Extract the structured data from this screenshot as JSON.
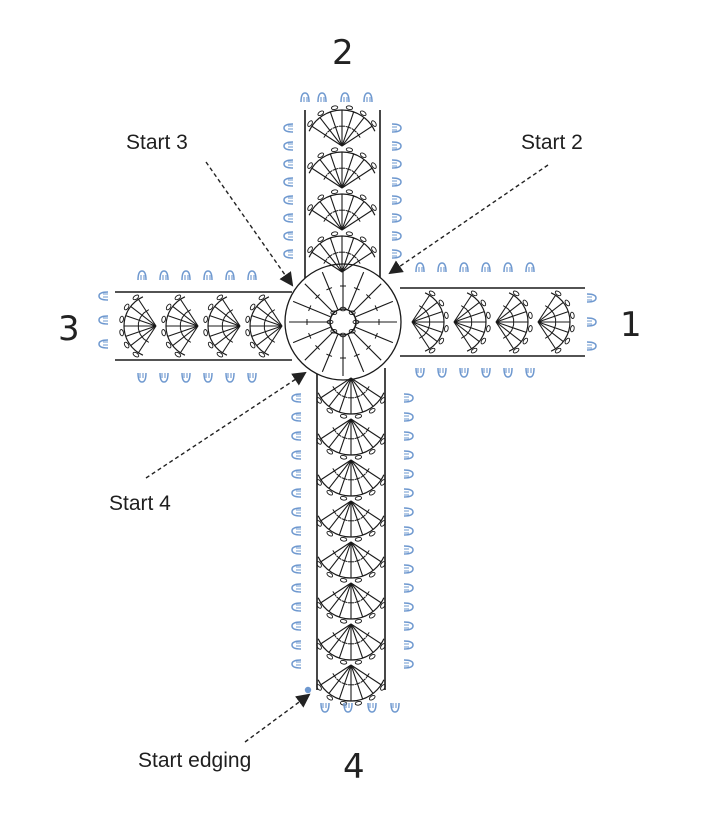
{
  "arm_numbers": {
    "right": "1",
    "top": "2",
    "left": "3",
    "bottom": "4"
  },
  "labels": {
    "start_2": "Start 2",
    "start_3": "Start 3",
    "start_4": "Start 4",
    "start_edging": "Start edging"
  },
  "colors": {
    "stitch": "#1a1a1a",
    "edging": "#6e98cf",
    "leader": "#222222"
  },
  "arms": {
    "top_motifs": 4,
    "bottom_motifs": 8,
    "left_motifs": 4,
    "right_motifs": 4
  },
  "stitch_symbols": [
    "chain",
    "slip-stitch",
    "double-crochet",
    "shell",
    "picot"
  ]
}
